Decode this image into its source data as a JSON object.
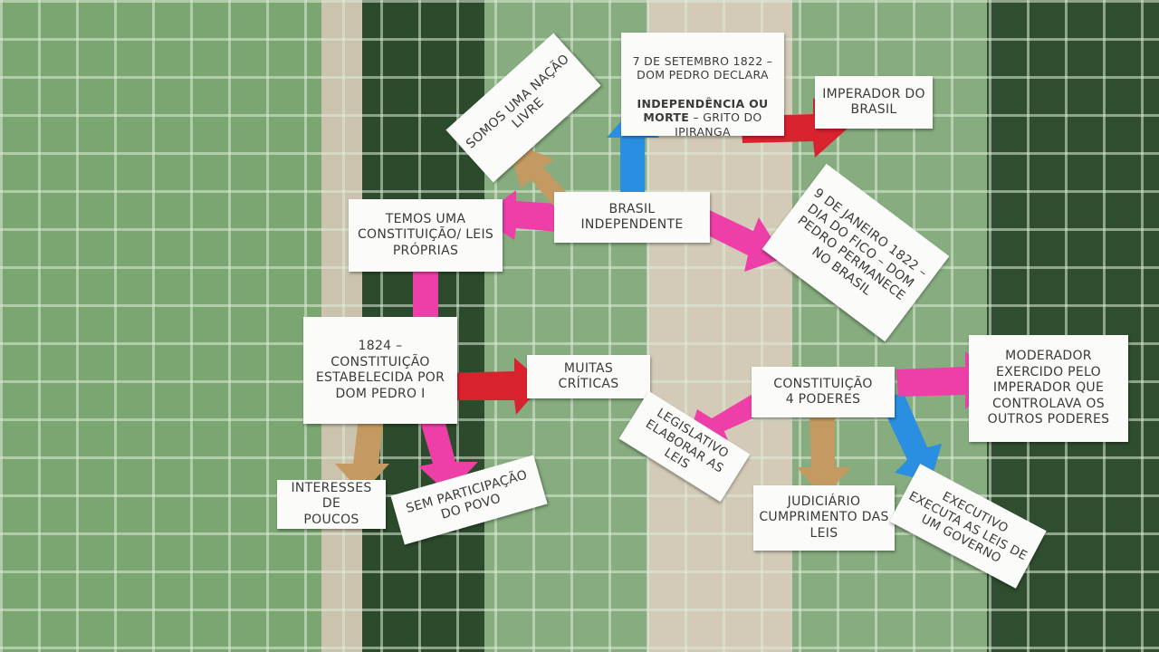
{
  "colors": {
    "pink": "#ee3fa8",
    "red": "#d8232f",
    "blue": "#2a8fe0",
    "tan": "#c49a62",
    "paper": "#fbfbfa",
    "tile_light": "#7fa978",
    "tile_dark": "#2f4a2e",
    "tile_beige": "#cfc6b2"
  },
  "cards": {
    "center": "BRASIL\nINDEPENDENTE",
    "nacao_livre": "SOMOS UMA NAÇÃO\nLIVRE",
    "sete_setembro_a": "7 DE SETEMBRO 1822 –\nDOM PEDRO DECLARA",
    "sete_setembro_b": "INDEPENDÊNCIA OU\nMORTE",
    "sete_setembro_c": " – GRITO DO\nIPIRANGA",
    "imperador": "IMPERADOR DO\nBRASIL",
    "temos_constituicao": "TEMOS UMA\nCONSTITUIÇÃO/ LEIS\nPRÓPRIAS",
    "dia_fico": "9 DE JANEIRO 1822 –\nDIA DO FICO – DOM\nPEDRO PERMANECE\nNO BRASIL",
    "constituicao_1824": "1824 –\nCONSTITUIÇÃO\nESTABELECIDA POR\nDOM PEDRO I",
    "muitas_criticas": "MUITAS CRÍTICAS",
    "interesses": "INTERESSES DE\nPOUCOS",
    "sem_participacao": "SEM PARTICIPAÇÃO\nDO POVO",
    "quatro_poderes": "CONSTITUIÇÃO\n4 PODERES",
    "moderador": "MODERADOR\nEXERCIDO PELO\nIMPERADOR QUE\nCONTROLAVA OS\nOUTROS PODERES",
    "legislativo": "LEGISLATIVO\nELABORAR AS LEIS",
    "judiciario": "JUDICIÁRIO\nCUMPRIMENTO DAS\nLEIS",
    "executivo": "EXECUTIVO\nEXECUTA AS LEIS DE\nUM GOVERNO"
  }
}
